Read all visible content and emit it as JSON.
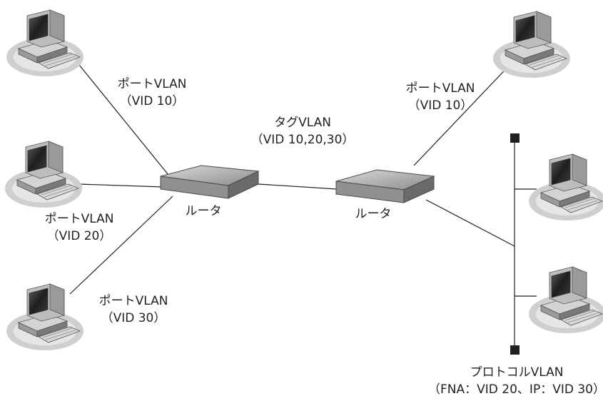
{
  "diagram": {
    "devices": {
      "router_left": {
        "label": "ルータ"
      },
      "router_right": {
        "label": "ルータ"
      }
    },
    "links": {
      "trunk": {
        "line1": "タグVLAN",
        "line2": "（VID 10,20,30）"
      },
      "pc_top_left": {
        "line1": "ポートVLAN",
        "line2": "（VID 10）"
      },
      "pc_mid_left": {
        "line1": "ポートVLAN",
        "line2": "（VID 20）"
      },
      "pc_bottom_left": {
        "line1": "ポートVLAN",
        "line2": "（VID 30）"
      },
      "pc_top_right": {
        "line1": "ポートVLAN",
        "line2": "（VID 10）"
      },
      "protocol_segment": {
        "line1": "プロトコルVLAN",
        "line2": "（FNA：VID 20、IP：VID 30）"
      }
    }
  }
}
